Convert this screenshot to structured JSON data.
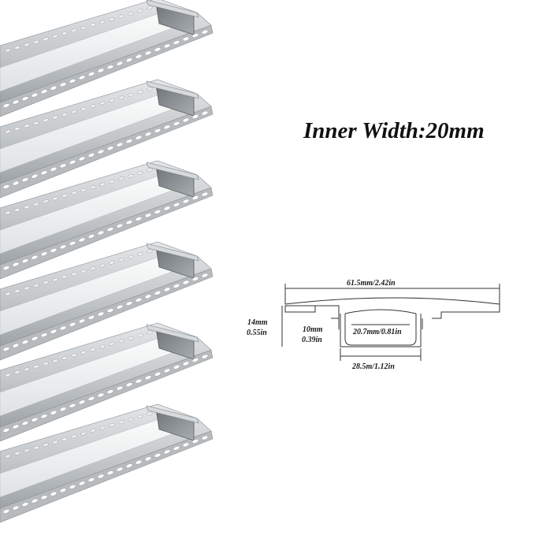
{
  "headline": "Inner Width:20mm",
  "dimensions": {
    "total_width": "61.5mm/2.42in",
    "height_mm": "14mm",
    "height_in": "0.55in",
    "inner_depth_mm": "10mm",
    "inner_depth_in": "0.39in",
    "inner_width": "20.7mm/0.81in",
    "base_width": "28.5m/1.12in"
  },
  "product": {
    "profile_count": 6,
    "profile_color": "#c9cccf",
    "diffuser_color": "#eef0f1"
  }
}
